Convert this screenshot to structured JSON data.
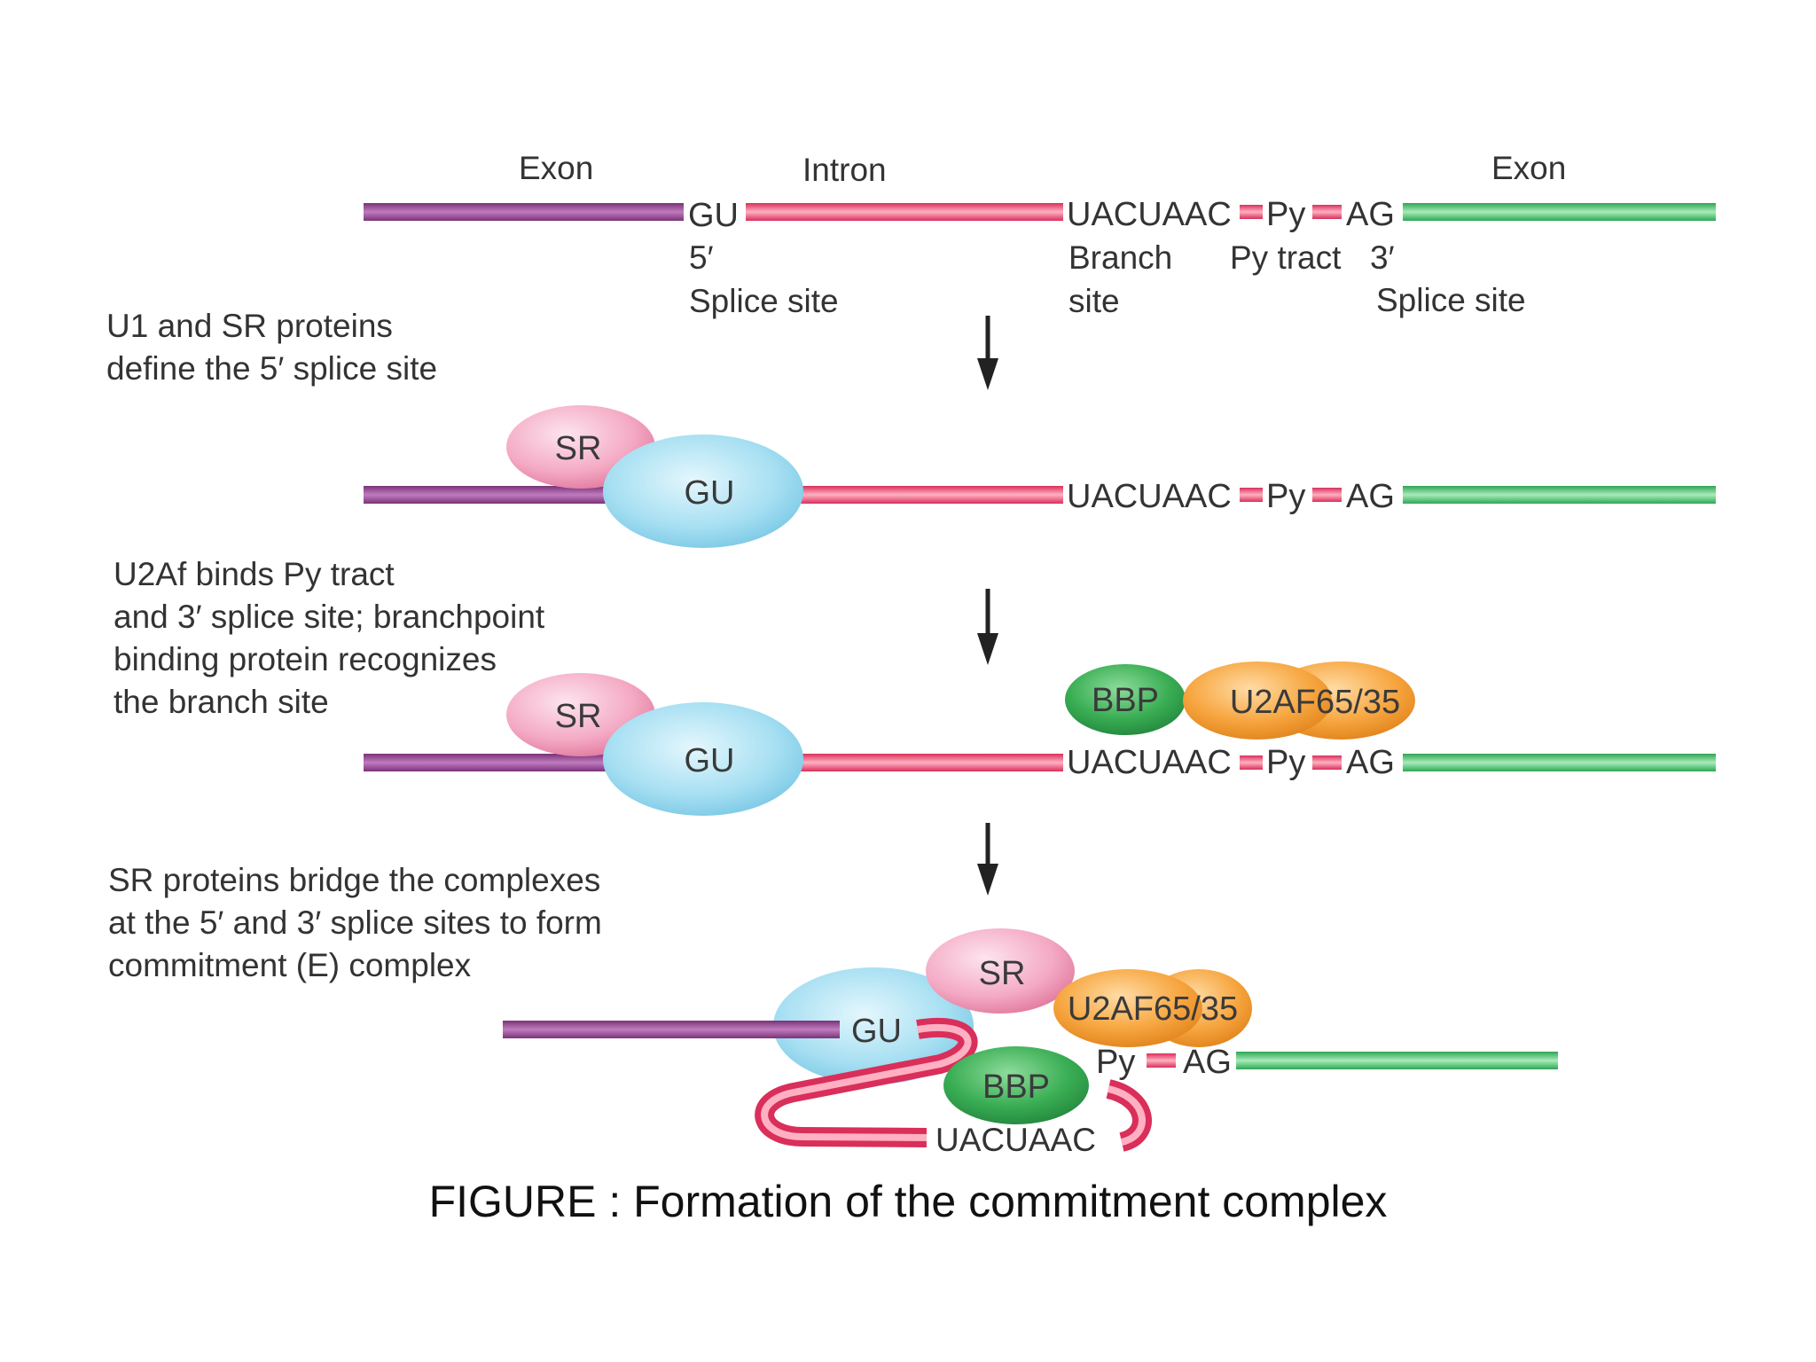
{
  "top": {
    "exon_left": "Exon",
    "intron": "Intron",
    "exon_right": "Exon",
    "gu": "GU",
    "uacuaac": "UACUAAC",
    "py": "Py",
    "ag": "AG",
    "five_prime": "5′",
    "five_splice": "Splice site",
    "branch": "Branch",
    "branch_site": "site",
    "py_tract": "Py tract",
    "three_prime": "3′",
    "three_splice": "Splice site"
  },
  "step1": {
    "desc_line1": "U1 and SR proteins",
    "desc_line2": "define the 5′ splice site",
    "sr": "SR",
    "gu": "GU",
    "uacuaac": "UACUAAC",
    "py": "Py",
    "ag": "AG"
  },
  "step2": {
    "desc_line1": "U2Af binds Py tract",
    "desc_line2": "and 3′ splice site; branchpoint",
    "desc_line3": "binding protein recognizes",
    "desc_line4": "the branch site",
    "sr": "SR",
    "gu": "GU",
    "bbp": "BBP",
    "u2af": "U2AF65/35",
    "uacuaac": "UACUAAC",
    "py": "Py",
    "ag": "AG"
  },
  "step3": {
    "desc_line1": "SR proteins bridge the complexes",
    "desc_line2": "at the 5′ and 3′ splice sites to form",
    "desc_line3": "commitment (E) complex",
    "sr": "SR",
    "gu": "GU",
    "bbp": "BBP",
    "u2af": "U2AF65/35",
    "py": "Py",
    "ag": "AG",
    "uacuaac": "UACUAAC"
  },
  "caption": "FIGURE : Formation of the commitment complex",
  "colors": {
    "exon_left": "#8e3f8e",
    "intron": "#e8476c",
    "exon_right": "#3fba64",
    "sr": "#f2a2bd",
    "u1": "#9fdaf0",
    "bbp": "#2e9e48",
    "u2af": "#f5a030",
    "arrow": "#222222"
  }
}
